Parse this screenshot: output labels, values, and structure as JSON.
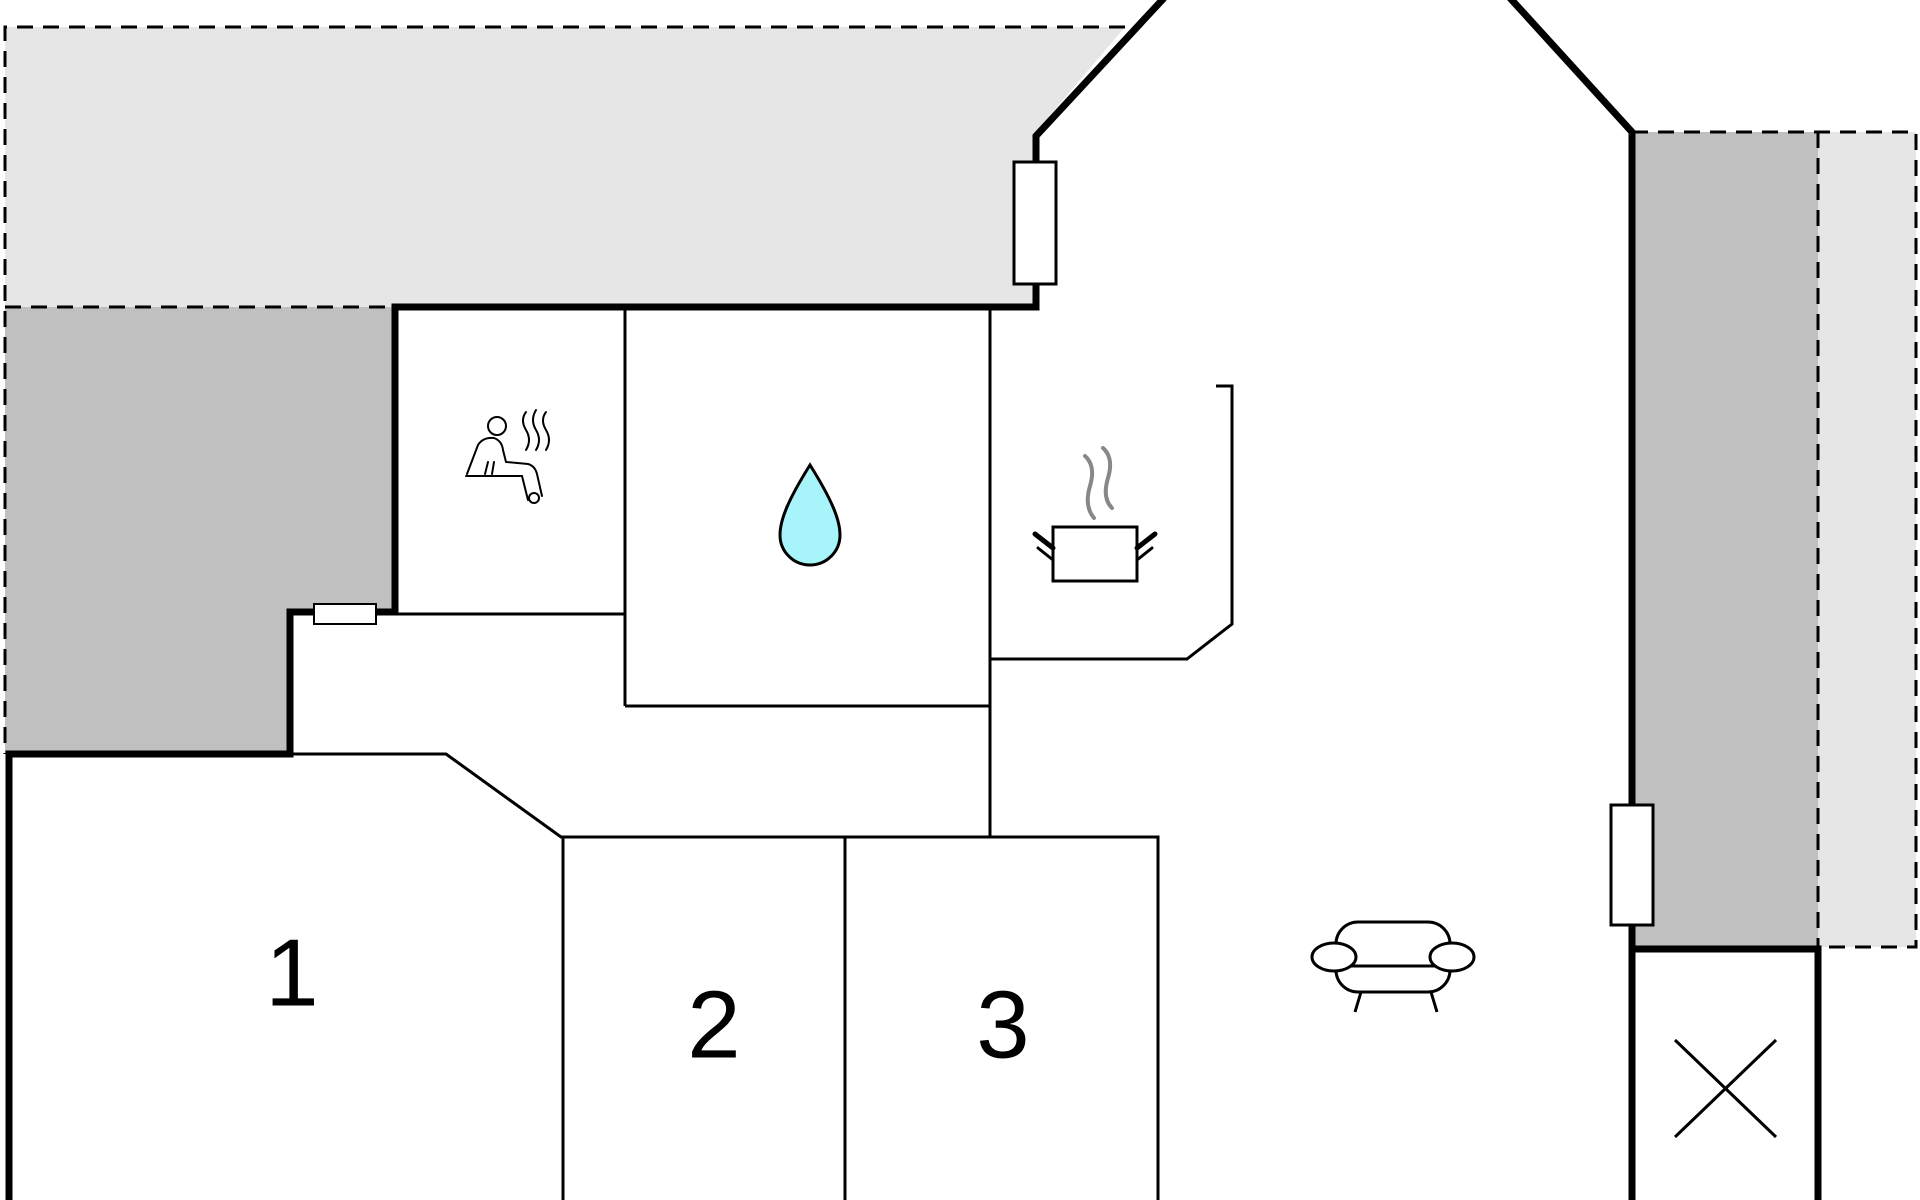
{
  "rooms": {
    "bedroom_1": "1",
    "bedroom_2": "2",
    "bedroom_3": "3"
  },
  "icons": {
    "sauna": "sauna-icon",
    "bathroom": "water-drop-icon",
    "kitchen": "cooking-pot-icon",
    "living": "sofa-icon",
    "storage": "cross-icon"
  },
  "colors": {
    "terrace_light": "#e6e6e6",
    "terrace_dark": "#c0c0c0",
    "water": "#a8f4fb",
    "steam": "#888888",
    "wall": "#000000"
  }
}
